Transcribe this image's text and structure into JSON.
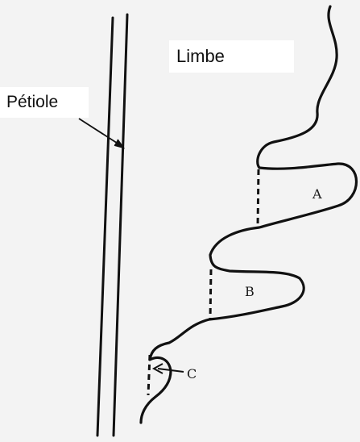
{
  "labels": {
    "limbe": "Limbe",
    "petiole": "Pétiole",
    "lobe_a": "A",
    "lobe_b": "B",
    "lobe_c": "C"
  },
  "colors": {
    "ink": "#111111",
    "background": "#f3f3f3",
    "label_background": "#ffffff"
  }
}
